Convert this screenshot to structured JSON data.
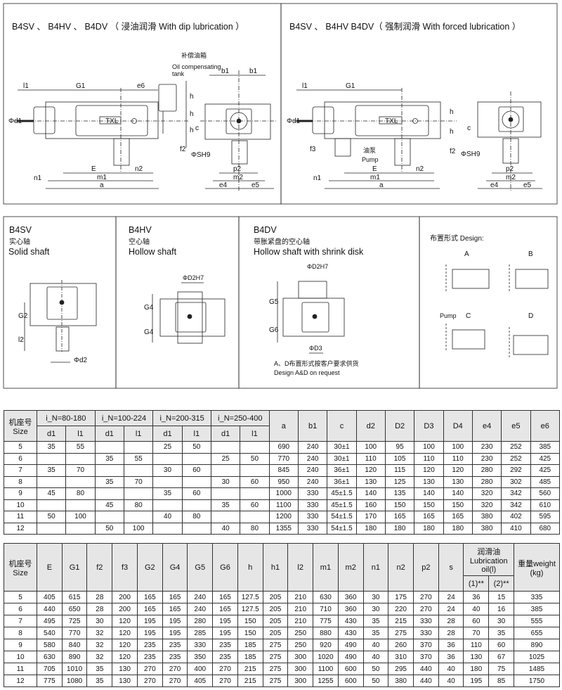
{
  "panels": {
    "dip": {
      "title": "B4SV 、 B4HV 、 B4DV （ 浸油润滑 With dip lubrication ）",
      "tank_cn": "补偿油箱",
      "tank_en1": "Oil compensating",
      "tank_en2": "tank",
      "badge": "TXL"
    },
    "forced": {
      "title": "B4SV 、 B4HV  B4DV（ 强制润滑 With forced lubrication ）",
      "pump_cn": "油泵",
      "pump_en": "Pump",
      "badge": "TXL"
    },
    "dims": {
      "l1": "l1",
      "G1": "G1",
      "e6": "e6",
      "d1": "Φd1",
      "h": "h",
      "c": "c",
      "f2": "f2",
      "f3": "f3",
      "SH9": "ΦSH9",
      "E": "E",
      "n2": "n2",
      "n1": "n1",
      "m1": "m1",
      "a": "a",
      "b1": "b1",
      "p2": "p2",
      "m2": "m2",
      "e4": "e4",
      "e5": "e5"
    },
    "b4sv": {
      "title": "B4SV",
      "cn": "实心轴",
      "en": "Solid shaft",
      "G2": "G2",
      "l2": "l2",
      "d2": "Φd2"
    },
    "b4hv": {
      "title": "B4HV",
      "cn": "空心轴",
      "en": "Hollow shaft",
      "D2": "ΦD2H7",
      "G4": "G4"
    },
    "b4dv": {
      "title": "B4DV",
      "cn": "带胀紧盘的空心轴",
      "en": "Hollow shaft with shrink disk",
      "D2": "ΦD2H7",
      "G5": "G5",
      "G6": "G6",
      "D3": "ΦD3",
      "note_cn": "A、D布置形式按客户要求供货",
      "note_en": "Design A&D on request"
    },
    "design": {
      "title": "布置形式 Design:",
      "labels": [
        "A",
        "B",
        "C",
        "D"
      ],
      "pump": "Pump"
    }
  },
  "table1": {
    "size_header": [
      "机座号",
      "Size"
    ],
    "groups": [
      "i_N=80-180",
      "i_N=100-224",
      "i_N=200-315",
      "i_N=250-400"
    ],
    "sub": [
      "d1",
      "l1"
    ],
    "cols": [
      "a",
      "b1",
      "c",
      "d2",
      "D2",
      "D3",
      "D4",
      "e4",
      "e5",
      "e6"
    ],
    "rows": [
      [
        "5",
        "35",
        "55",
        "",
        "",
        "25",
        "50",
        "",
        "",
        "690",
        "240",
        "30±1",
        "100",
        "95",
        "100",
        "100",
        "230",
        "252",
        "385"
      ],
      [
        "6",
        "",
        "",
        "35",
        "55",
        "",
        "",
        "25",
        "50",
        "770",
        "240",
        "30±1",
        "110",
        "105",
        "110",
        "110",
        "230",
        "252",
        "425"
      ],
      [
        "7",
        "35",
        "70",
        "",
        "",
        "30",
        "60",
        "",
        "",
        "845",
        "240",
        "36±1",
        "120",
        "115",
        "120",
        "120",
        "280",
        "292",
        "425"
      ],
      [
        "8",
        "",
        "",
        "35",
        "70",
        "",
        "",
        "30",
        "60",
        "950",
        "240",
        "36±1",
        "130",
        "125",
        "130",
        "130",
        "280",
        "302",
        "485"
      ],
      [
        "9",
        "45",
        "80",
        "",
        "",
        "35",
        "60",
        "",
        "",
        "1000",
        "330",
        "45±1.5",
        "140",
        "135",
        "140",
        "140",
        "320",
        "342",
        "560"
      ],
      [
        "10",
        "",
        "",
        "45",
        "80",
        "",
        "",
        "35",
        "60",
        "1100",
        "330",
        "45±1.5",
        "160",
        "150",
        "150",
        "150",
        "320",
        "342",
        "610"
      ],
      [
        "11",
        "50",
        "100",
        "",
        "",
        "40",
        "80",
        "",
        "",
        "1200",
        "330",
        "54±1.5",
        "170",
        "165",
        "165",
        "165",
        "380",
        "402",
        "595"
      ],
      [
        "12",
        "",
        "",
        "50",
        "100",
        "",
        "",
        "40",
        "80",
        "1355",
        "330",
        "54±1.5",
        "180",
        "180",
        "180",
        "180",
        "380",
        "410",
        "680"
      ]
    ]
  },
  "table2": {
    "size_header": [
      "机座号",
      "Size"
    ],
    "cols": [
      "E",
      "G1",
      "f2",
      "f3",
      "G2",
      "G4",
      "G5",
      "G6",
      "h",
      "h1",
      "l2",
      "m1",
      "m2",
      "n1",
      "n2",
      "p2",
      "s"
    ],
    "lub_header": [
      "润滑油",
      "Lubrication",
      "oil(l)"
    ],
    "lub_sub": [
      "(1)**",
      "(2)**"
    ],
    "weight_header": [
      "重量weight",
      "(kg)"
    ],
    "rows": [
      [
        "5",
        "405",
        "615",
        "28",
        "200",
        "165",
        "165",
        "240",
        "165",
        "127.5",
        "205",
        "210",
        "630",
        "360",
        "30",
        "175",
        "270",
        "24",
        "36",
        "15",
        "335"
      ],
      [
        "6",
        "440",
        "650",
        "28",
        "200",
        "165",
        "165",
        "240",
        "165",
        "127.5",
        "205",
        "210",
        "710",
        "360",
        "30",
        "220",
        "270",
        "24",
        "40",
        "16",
        "385"
      ],
      [
        "7",
        "495",
        "725",
        "30",
        "120",
        "195",
        "195",
        "280",
        "195",
        "150",
        "205",
        "210",
        "775",
        "430",
        "35",
        "215",
        "330",
        "28",
        "60",
        "30",
        "555"
      ],
      [
        "8",
        "540",
        "770",
        "32",
        "120",
        "195",
        "195",
        "285",
        "195",
        "150",
        "205",
        "250",
        "880",
        "430",
        "35",
        "275",
        "330",
        "28",
        "70",
        "35",
        "655"
      ],
      [
        "9",
        "580",
        "840",
        "32",
        "120",
        "235",
        "235",
        "330",
        "235",
        "185",
        "275",
        "250",
        "920",
        "490",
        "40",
        "260",
        "370",
        "36",
        "110",
        "60",
        "890"
      ],
      [
        "10",
        "630",
        "890",
        "32",
        "120",
        "235",
        "235",
        "350",
        "235",
        "185",
        "275",
        "300",
        "1020",
        "490",
        "40",
        "310",
        "370",
        "36",
        "130",
        "67",
        "1025"
      ],
      [
        "11",
        "705",
        "1010",
        "35",
        "130",
        "270",
        "270",
        "400",
        "270",
        "215",
        "275",
        "300",
        "1100",
        "600",
        "50",
        "295",
        "440",
        "40",
        "180",
        "75",
        "1485"
      ],
      [
        "12",
        "775",
        "1080",
        "35",
        "130",
        "270",
        "270",
        "405",
        "270",
        "215",
        "275",
        "300",
        "1255",
        "600",
        "50",
        "380",
        "440",
        "40",
        "195",
        "85",
        "1750"
      ]
    ]
  }
}
